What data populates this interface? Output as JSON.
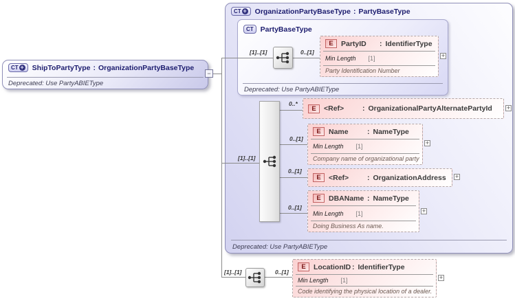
{
  "sep_colon": ":",
  "icons": {
    "collapse_glyph": "−",
    "expand_glyph": "+",
    "badge_plus": "+"
  },
  "cards": {
    "one_one": "[1]..[1]",
    "zero_one": "0..[1]",
    "zero_many": "0..*"
  },
  "left_box": {
    "badge": "CT",
    "name": "ShipToPartyType",
    "type": "OrganizationPartyBaseType",
    "note": "Deprecated: Use PartyABIEType"
  },
  "main_box": {
    "badge": "CT",
    "name": "OrganizationPartyBaseType",
    "type": "PartyBaseType",
    "note": "Deprecated: Use PartyABIEType"
  },
  "base_box": {
    "badge": "CT",
    "title": "PartyBaseType",
    "note": "Deprecated: Use PartyABIEType"
  },
  "elements": {
    "party_id": {
      "badge": "E",
      "name": "PartyID",
      "type": "IdentifierType",
      "facet": "Min Length",
      "facet_value": "[1]",
      "desc": "Party Identification Number"
    },
    "ref_alt": {
      "badge": "E",
      "name": "<Ref>",
      "type": "OrganizationalPartyAlternatePartyId"
    },
    "name_el": {
      "badge": "E",
      "name": "Name",
      "type": "NameType",
      "facet": "Min Length",
      "facet_value": "[1]",
      "desc": "Company name of organizational party"
    },
    "ref_addr": {
      "badge": "E",
      "name": "<Ref>",
      "type": "OrganizationAddress"
    },
    "dba_name": {
      "badge": "E",
      "name": "DBAName",
      "type": "NameType",
      "facet": "Min Length",
      "facet_value": "[1]",
      "desc": "Doing Business As name."
    },
    "location_id": {
      "badge": "E",
      "name": "LocationID",
      "type": "IdentifierType",
      "facet": "Min Length",
      "facet_value": "[1]",
      "desc": "Code identifying the physical location of a dealer."
    }
  },
  "colors": {
    "complex_fill": "#d2d2f0",
    "element_fill": "#fbd2d2",
    "badge_e_text": "#7c1818",
    "title_navy": "#1c1c6e",
    "connector": "#8a8a8a"
  }
}
